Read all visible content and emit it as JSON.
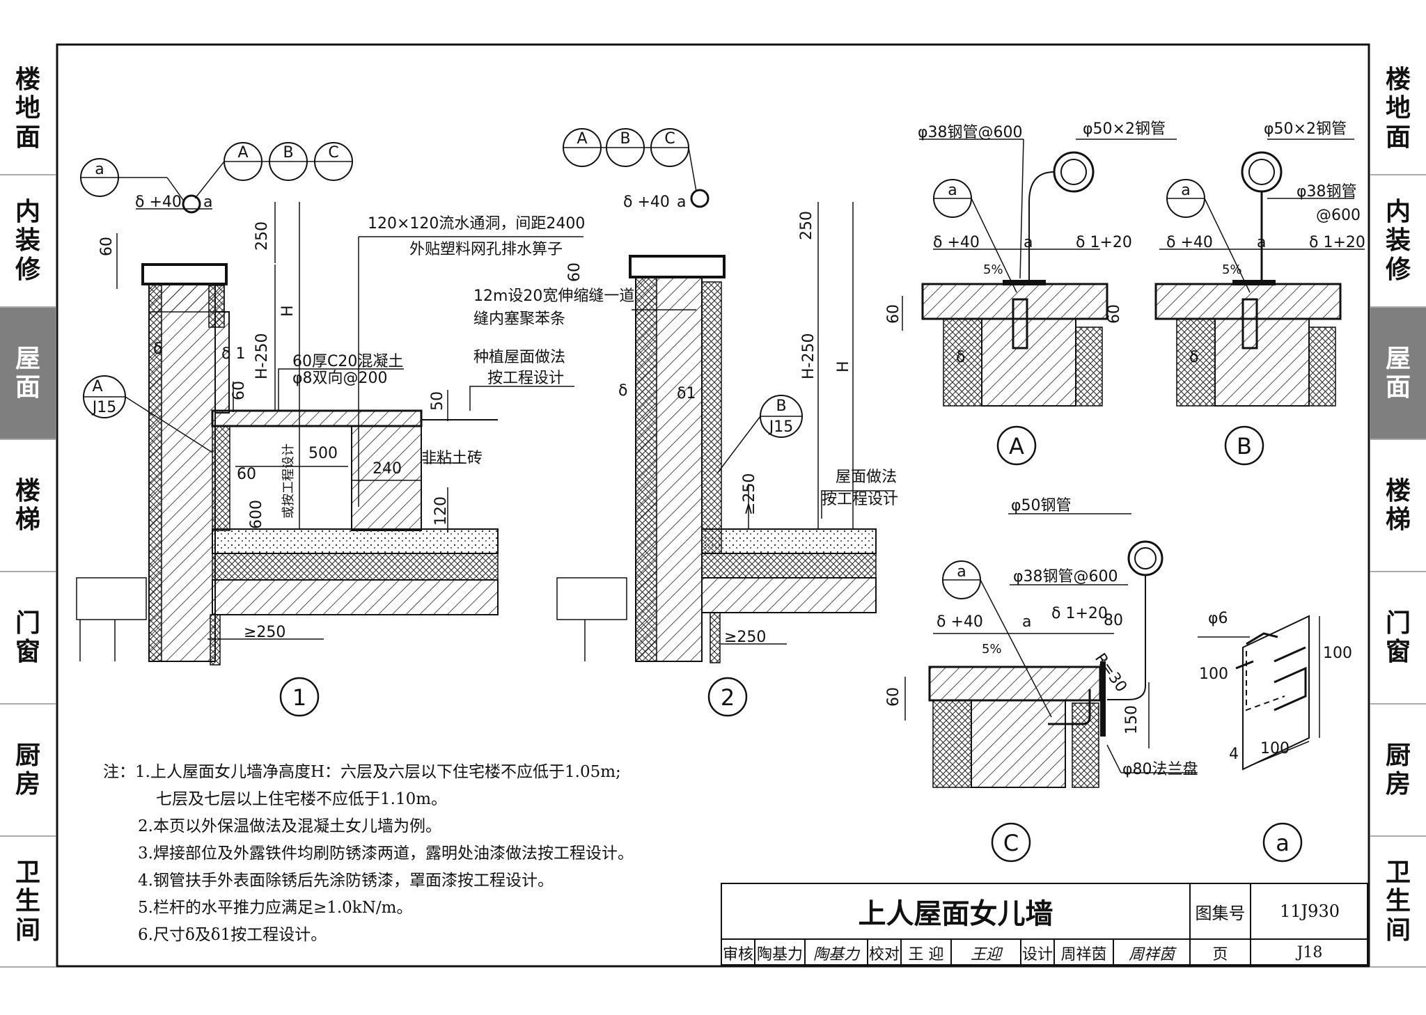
{
  "side_tabs": [
    {
      "label": "楼地面",
      "active": false
    },
    {
      "label": "内装修",
      "active": false
    },
    {
      "label": "屋面",
      "active": true
    },
    {
      "label": "楼梯",
      "active": false
    },
    {
      "label": "门窗",
      "active": false
    },
    {
      "label": "厨房",
      "active": false
    },
    {
      "label": "卫生间",
      "active": false
    }
  ],
  "labels": {
    "d1": {
      "delta40": "δ +40",
      "a": "a",
      "d60": "60",
      "d250": "250",
      "h250": "H-250",
      "H": "H",
      "delta": "δ",
      "delta1": "δ 1",
      "vent1": "120×120流水通洞，间距2400",
      "vent2": "外贴塑料网孔排水箅子",
      "conc1": "60厚C20混凝土",
      "conc2": "φ8双向@200",
      "d60b": "60",
      "d50": "50",
      "d500": "500",
      "d240": "240",
      "d60c": "60",
      "d600": "600",
      "d120": "120",
      "brick": "非粘土砖",
      "sheji": "或按工程设计",
      "ge250": "≥250",
      "detailA": "A",
      "detailJ15": "J15",
      "num": "1"
    },
    "d2": {
      "delta40": "δ +40",
      "a": "a",
      "d60": "60",
      "d250": "250",
      "h250": "H-250",
      "H": "H",
      "delta": "δ",
      "delta1": "δ1",
      "joint1": "12m设20宽伸缩缝一道",
      "joint2": "缝内塞聚苯条",
      "plant1": "种植屋面做法",
      "plant2": "按工程设计",
      "roof1": "屋面做法",
      "roof2": "按工程设计",
      "ge250": "≥250",
      "ge250b": "≥250",
      "detailB": "B",
      "detailJ15": "J15",
      "num": "2"
    },
    "refs": {
      "A": "A",
      "B": "B",
      "C": "C",
      "a": "a"
    },
    "dA": {
      "pipe38": "φ38钢管@600",
      "pipe50": "φ50×2钢管",
      "delta40": "δ +40",
      "a": "a",
      "delta120": "δ 1+20",
      "slope": "5%",
      "d60": "60",
      "delta": "δ",
      "num": "A"
    },
    "dB": {
      "pipe50": "φ50×2钢管",
      "pipe38a": "φ38钢管",
      "pipe38b": "@600",
      "delta40": "δ +40",
      "a": "a",
      "delta120": "δ 1+20",
      "slope": "5%",
      "d60": "60",
      "delta": "δ",
      "num": "B"
    },
    "dC": {
      "pipe50": "φ50钢管",
      "pipe38": "φ38钢管@600",
      "delta40": "δ +40",
      "a": "a",
      "delta120": "δ 1+20",
      "d80": "80",
      "slope": "5%",
      "r30": "R=30",
      "d150": "150",
      "d60": "60",
      "flange": "φ80法兰盘",
      "num": "C"
    },
    "da": {
      "phi6": "φ6",
      "d100a": "100",
      "d100b": "100",
      "d100c": "100",
      "d4": "4",
      "num": "a"
    }
  },
  "notes": [
    "注：1.上人屋面女儿墙净高度H：六层及六层以下住宅楼不应低于1.05m;",
    "七层及七层以上住宅楼不应低于1.10m。",
    "2.本页以外保温做法及混凝土女儿墙为例。",
    "3.焊接部位及外露铁件均刷防锈漆两道，露明处油漆做法按工程设计。",
    "4.钢管扶手外表面除锈后先涂防锈漆，罩面漆按工程设计。",
    "5.栏杆的水平推力应满足≥1.0kN/m。",
    "6.尺寸δ及δ1按工程设计。"
  ],
  "title_block": {
    "title": "上人屋面女儿墙",
    "atlas_label": "图集号",
    "atlas_no": "11J930",
    "review_label": "审核",
    "reviewer": "陶基力",
    "review_sign": "陶基力",
    "check_label": "校对",
    "checker": "王 迎",
    "check_sign": "王迎",
    "design_label": "设计",
    "designer": "周祥茵",
    "design_sign": "周祥茵",
    "page_label": "页",
    "page_no": "J18"
  }
}
